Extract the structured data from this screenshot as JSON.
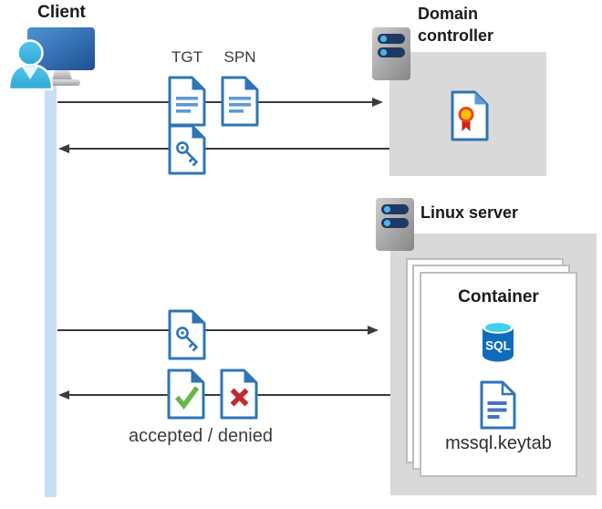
{
  "client": {
    "label": "Client"
  },
  "kerberos_flow": {
    "tgt_label": "TGT",
    "spn_label": "SPN",
    "result_label": "accepted / denied"
  },
  "domain_controller": {
    "label": "Domain controller"
  },
  "linux_server": {
    "label": "Linux server",
    "container": {
      "label": "Container",
      "sql_icon_text": "SQL",
      "keytab_file": "mssql.keytab"
    }
  },
  "icons": {
    "client": "person-at-monitor-icon",
    "domain_controller": "server-rack-icon",
    "linux_server": "server-rack-icon",
    "tgt": "document-icon",
    "spn": "document-icon",
    "service_ticket": "key-ticket-document-icon",
    "certificate": "certificate-document-icon",
    "accepted": "checkmark-document-icon",
    "denied": "cross-document-icon",
    "sql": "sql-database-cylinder-icon",
    "keytab": "keytab-document-icon"
  },
  "colors": {
    "doc_border_blue": "#2E75B6",
    "doc_line_blue": "#5B9BD5",
    "lifeline_blue": "#C8DDF6",
    "box_gray": "#D9D9D9",
    "arrow_dark": "#3B3B3B",
    "accepted_green": "#65B949",
    "denied_red": "#BE2B30",
    "seal_yellow": "#FFC10E",
    "seal_ring_orange": "#E8481C",
    "ribbon_red": "#C8251C",
    "sql_body_blue": "#0F6CBD",
    "sql_top_cyan": "#3ED0F0",
    "server_bar_navy": "#203864",
    "server_dot_blue": "#4FB3E8",
    "person_cyan": "#3FBCE4"
  }
}
